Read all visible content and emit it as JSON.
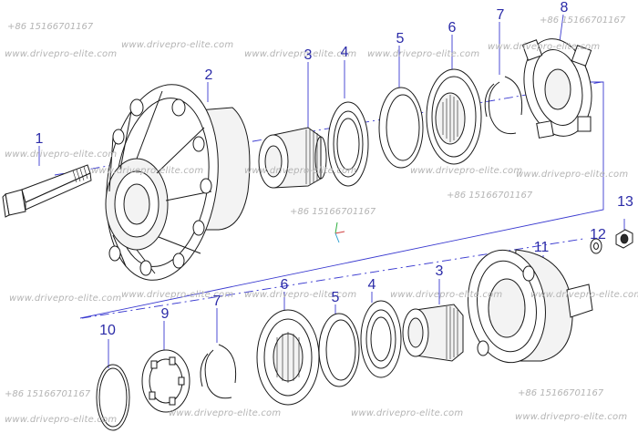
{
  "watermarks": {
    "site": "www.drivepro-elite.com",
    "phone": "+86 15166701167"
  },
  "callouts": [
    "1",
    "2",
    "3",
    "4",
    "5",
    "6",
    "7",
    "8",
    "3",
    "4",
    "5",
    "6",
    "7",
    "9",
    "10",
    "11",
    "12",
    "13"
  ],
  "colors": {
    "line": "#1a1a1a",
    "callout": "#2b2ba8",
    "leader": "#3a3ad0",
    "watermark": "#b4b4b4"
  }
}
